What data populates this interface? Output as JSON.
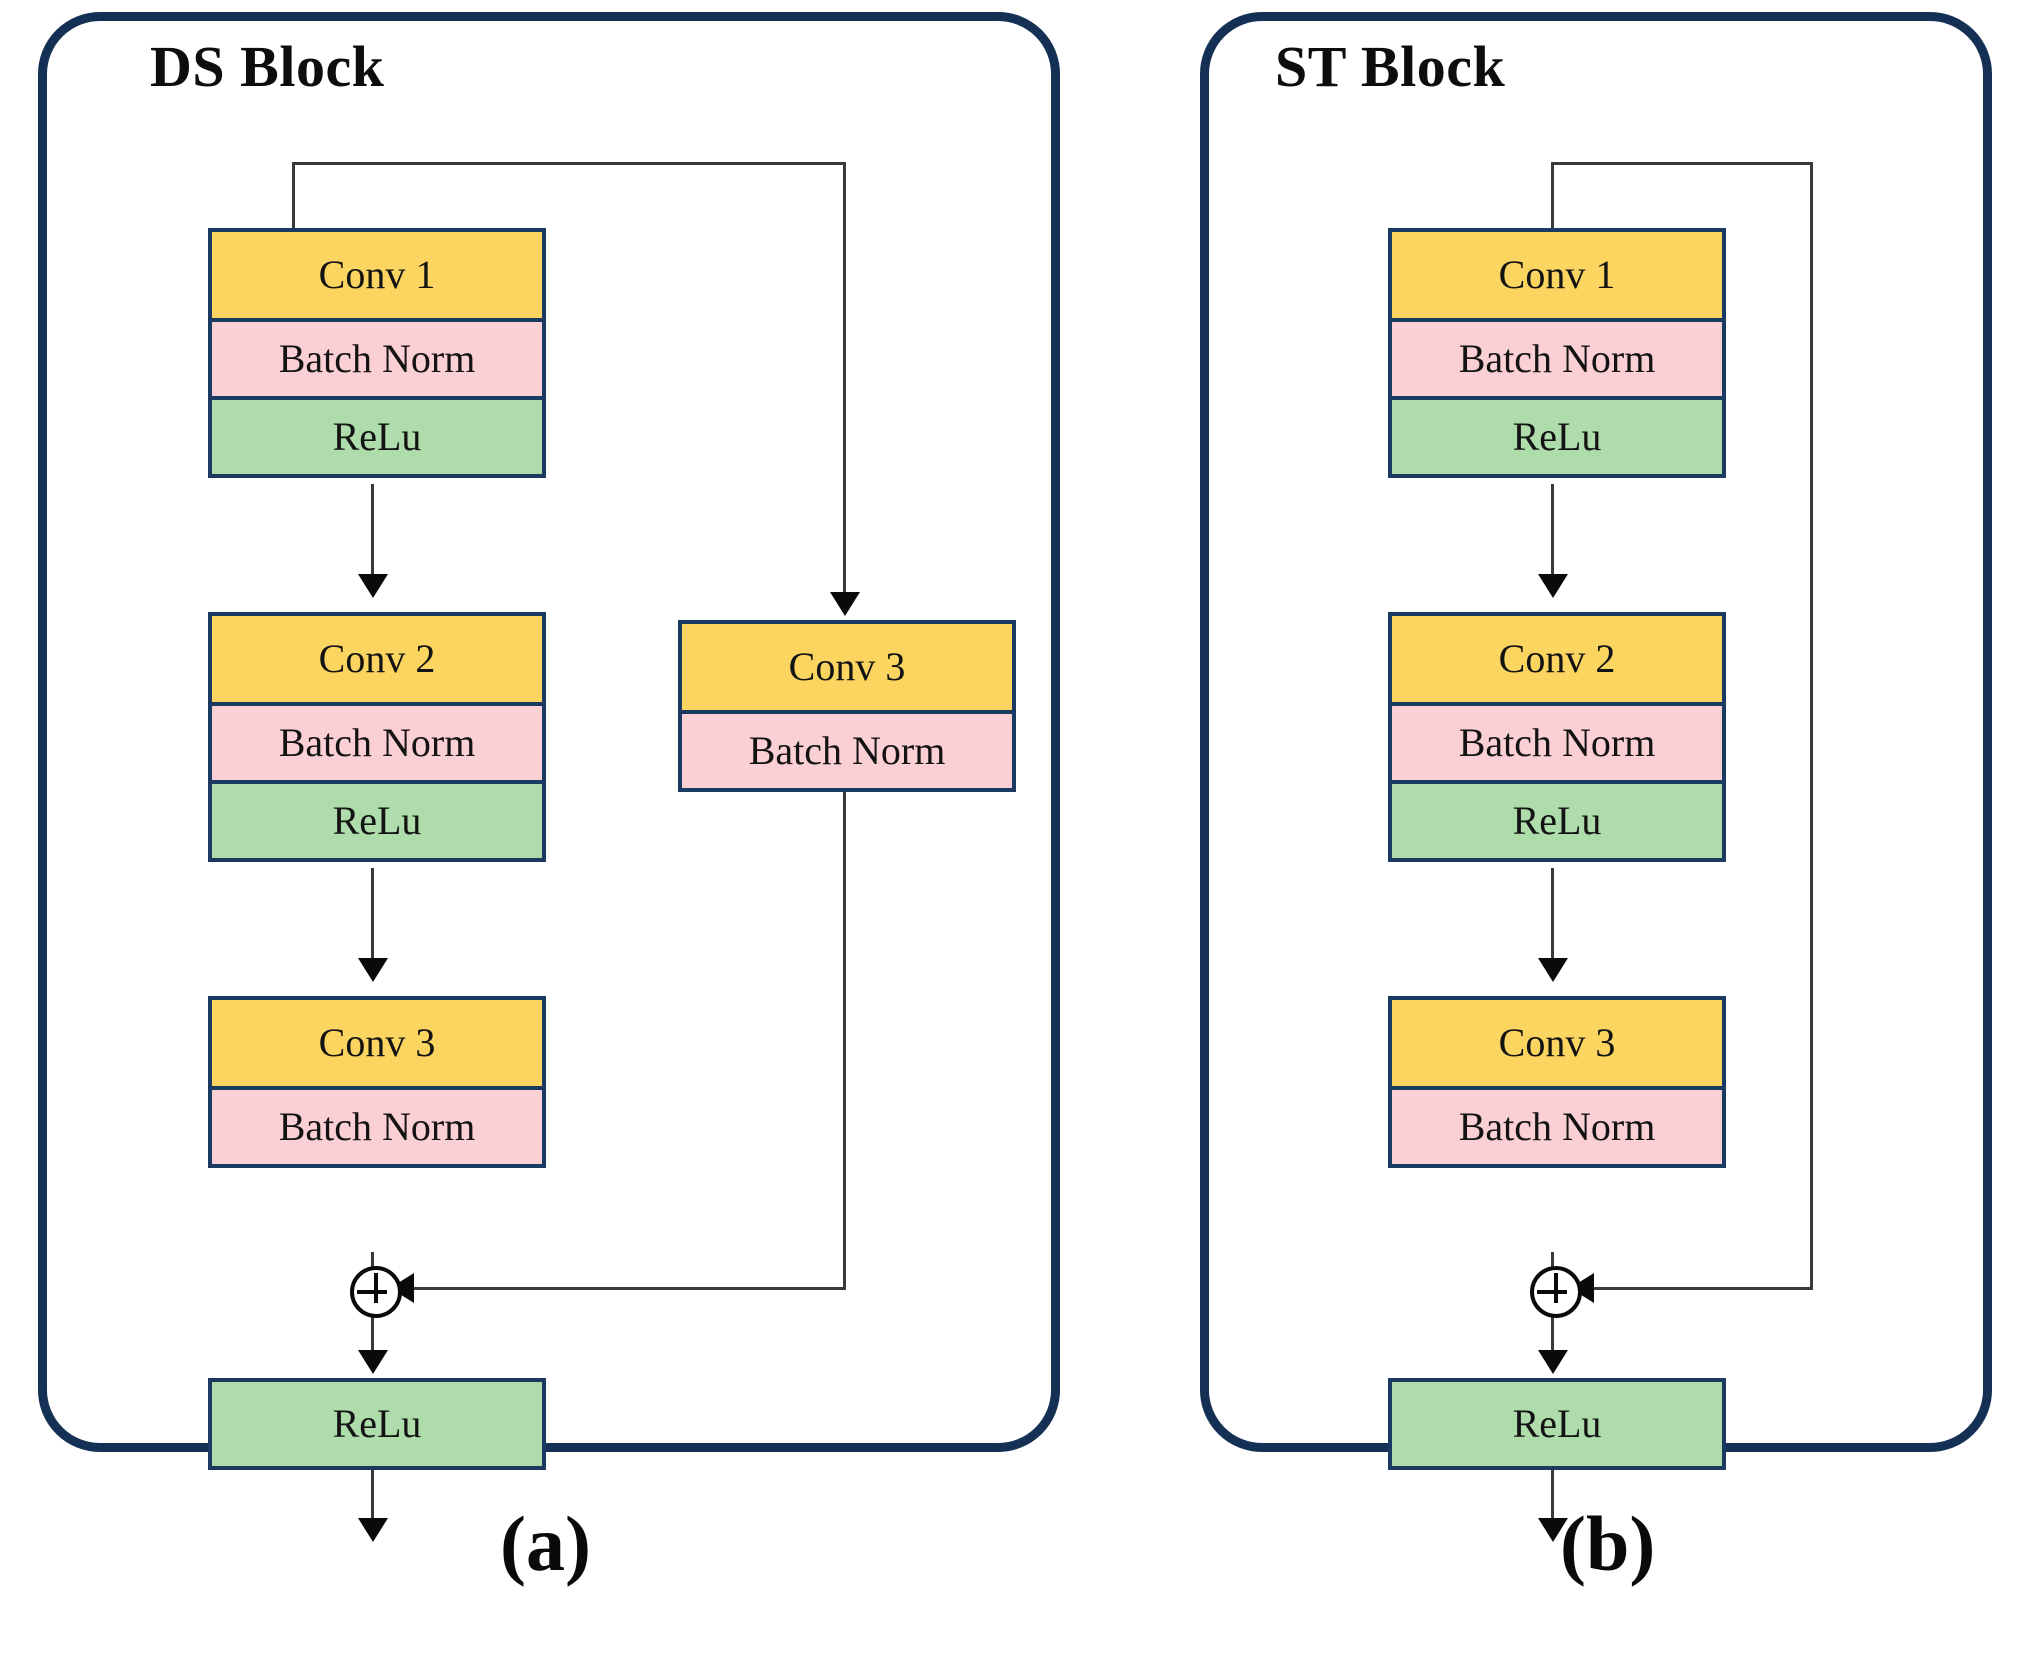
{
  "figure": {
    "caption_a": "(a)",
    "caption_b": "(b)"
  },
  "panels": [
    {
      "id": "ds",
      "title": "DS Block",
      "main_path": [
        {
          "name": "unit-1",
          "layers": [
            {
              "type": "conv",
              "label": "Conv 1"
            },
            {
              "type": "bn",
              "label": "Batch Norm"
            },
            {
              "type": "relu",
              "label": "ReLu"
            }
          ]
        },
        {
          "name": "unit-2",
          "layers": [
            {
              "type": "conv",
              "label": "Conv 2"
            },
            {
              "type": "bn",
              "label": "Batch Norm"
            },
            {
              "type": "relu",
              "label": "ReLu"
            }
          ]
        },
        {
          "name": "unit-3",
          "layers": [
            {
              "type": "conv",
              "label": "Conv 3"
            },
            {
              "type": "bn",
              "label": "Batch Norm"
            }
          ]
        },
        {
          "name": "unit-out",
          "layers": [
            {
              "type": "relu",
              "label": "ReLu"
            }
          ]
        }
      ],
      "shortcut_path": [
        {
          "name": "shortcut-unit",
          "layers": [
            {
              "type": "conv",
              "label": "Conv 3"
            },
            {
              "type": "bn",
              "label": "Batch Norm"
            }
          ]
        }
      ],
      "add_node": "⊕"
    },
    {
      "id": "st",
      "title": "ST Block",
      "main_path": [
        {
          "name": "unit-1",
          "layers": [
            {
              "type": "conv",
              "label": "Conv 1"
            },
            {
              "type": "bn",
              "label": "Batch Norm"
            },
            {
              "type": "relu",
              "label": "ReLu"
            }
          ]
        },
        {
          "name": "unit-2",
          "layers": [
            {
              "type": "conv",
              "label": "Conv 2"
            },
            {
              "type": "bn",
              "label": "Batch Norm"
            },
            {
              "type": "relu",
              "label": "ReLu"
            }
          ]
        },
        {
          "name": "unit-3",
          "layers": [
            {
              "type": "conv",
              "label": "Conv 3"
            },
            {
              "type": "bn",
              "label": "Batch Norm"
            }
          ]
        },
        {
          "name": "unit-out",
          "layers": [
            {
              "type": "relu",
              "label": "ReLu"
            }
          ]
        }
      ],
      "shortcut_path": [],
      "add_node": "⊕"
    }
  ],
  "colors": {
    "conv": "#FBD55F",
    "batch_norm": "#FBD0D4",
    "relu": "#AEDCAB",
    "container_border": "#153055",
    "box_border": "#1B3A62",
    "connector": "#3A3A3A"
  }
}
